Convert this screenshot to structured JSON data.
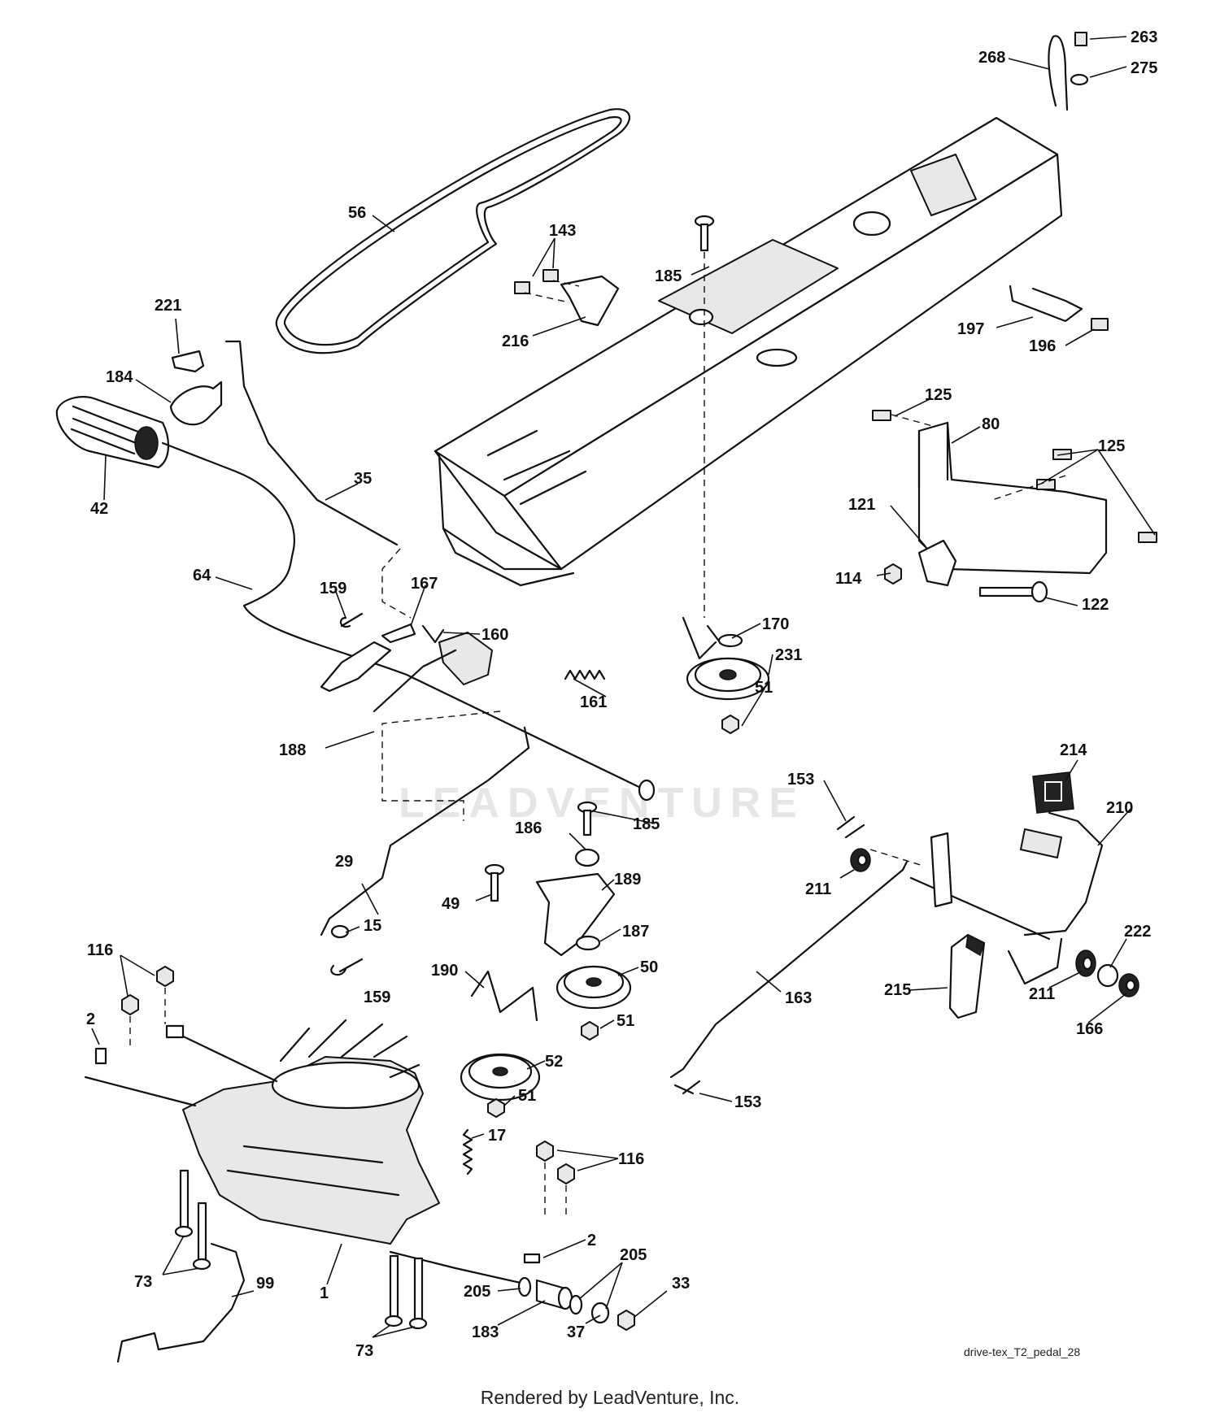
{
  "diagram": {
    "drawing_code": "drive-tex_T2_pedal_28",
    "watermark": "LEADVENTURE",
    "footer": "Rendered by LeadVenture, Inc.",
    "callouts": [
      {
        "id": "c263",
        "text": "263"
      },
      {
        "id": "c268",
        "text": "268"
      },
      {
        "id": "c275",
        "text": "275"
      },
      {
        "id": "c56",
        "text": "56"
      },
      {
        "id": "c143",
        "text": "143"
      },
      {
        "id": "c185a",
        "text": "185"
      },
      {
        "id": "c216",
        "text": "216"
      },
      {
        "id": "c197",
        "text": "197"
      },
      {
        "id": "c196",
        "text": "196"
      },
      {
        "id": "c221",
        "text": "221"
      },
      {
        "id": "c184",
        "text": "184"
      },
      {
        "id": "c42",
        "text": "42"
      },
      {
        "id": "c35",
        "text": "35"
      },
      {
        "id": "c125a",
        "text": "125"
      },
      {
        "id": "c80",
        "text": "80"
      },
      {
        "id": "c125b",
        "text": "125"
      },
      {
        "id": "c121",
        "text": "121"
      },
      {
        "id": "c114",
        "text": "114"
      },
      {
        "id": "c122",
        "text": "122"
      },
      {
        "id": "c64",
        "text": "64"
      },
      {
        "id": "c159a",
        "text": "159"
      },
      {
        "id": "c167",
        "text": "167"
      },
      {
        "id": "c160",
        "text": "160"
      },
      {
        "id": "c170",
        "text": "170"
      },
      {
        "id": "c231",
        "text": "231"
      },
      {
        "id": "c161",
        "text": "161"
      },
      {
        "id": "c51a",
        "text": "51"
      },
      {
        "id": "c188",
        "text": "188"
      },
      {
        "id": "c214",
        "text": "214"
      },
      {
        "id": "c153a",
        "text": "153"
      },
      {
        "id": "c210",
        "text": "210"
      },
      {
        "id": "c185b",
        "text": "185"
      },
      {
        "id": "c186",
        "text": "186"
      },
      {
        "id": "c29",
        "text": "29"
      },
      {
        "id": "c189",
        "text": "189"
      },
      {
        "id": "c211a",
        "text": "211"
      },
      {
        "id": "c49",
        "text": "49"
      },
      {
        "id": "c15",
        "text": "15"
      },
      {
        "id": "c187",
        "text": "187"
      },
      {
        "id": "c222",
        "text": "222"
      },
      {
        "id": "c116a",
        "text": "116"
      },
      {
        "id": "c50",
        "text": "50"
      },
      {
        "id": "c190",
        "text": "190"
      },
      {
        "id": "c159b",
        "text": "159"
      },
      {
        "id": "c215",
        "text": "215"
      },
      {
        "id": "c211b",
        "text": "211"
      },
      {
        "id": "c163",
        "text": "163"
      },
      {
        "id": "c2a",
        "text": "2"
      },
      {
        "id": "c51b",
        "text": "51"
      },
      {
        "id": "c166",
        "text": "166"
      },
      {
        "id": "c52",
        "text": "52"
      },
      {
        "id": "c51c",
        "text": "51"
      },
      {
        "id": "c153b",
        "text": "153"
      },
      {
        "id": "c17",
        "text": "17"
      },
      {
        "id": "c116b",
        "text": "116"
      },
      {
        "id": "c2b",
        "text": "2"
      },
      {
        "id": "c205a",
        "text": "205"
      },
      {
        "id": "c73a",
        "text": "73"
      },
      {
        "id": "c99",
        "text": "99"
      },
      {
        "id": "c1",
        "text": "1"
      },
      {
        "id": "c205b",
        "text": "205"
      },
      {
        "id": "c33",
        "text": "33"
      },
      {
        "id": "c37",
        "text": "37"
      },
      {
        "id": "c183",
        "text": "183"
      },
      {
        "id": "c73b",
        "text": "73"
      }
    ]
  }
}
